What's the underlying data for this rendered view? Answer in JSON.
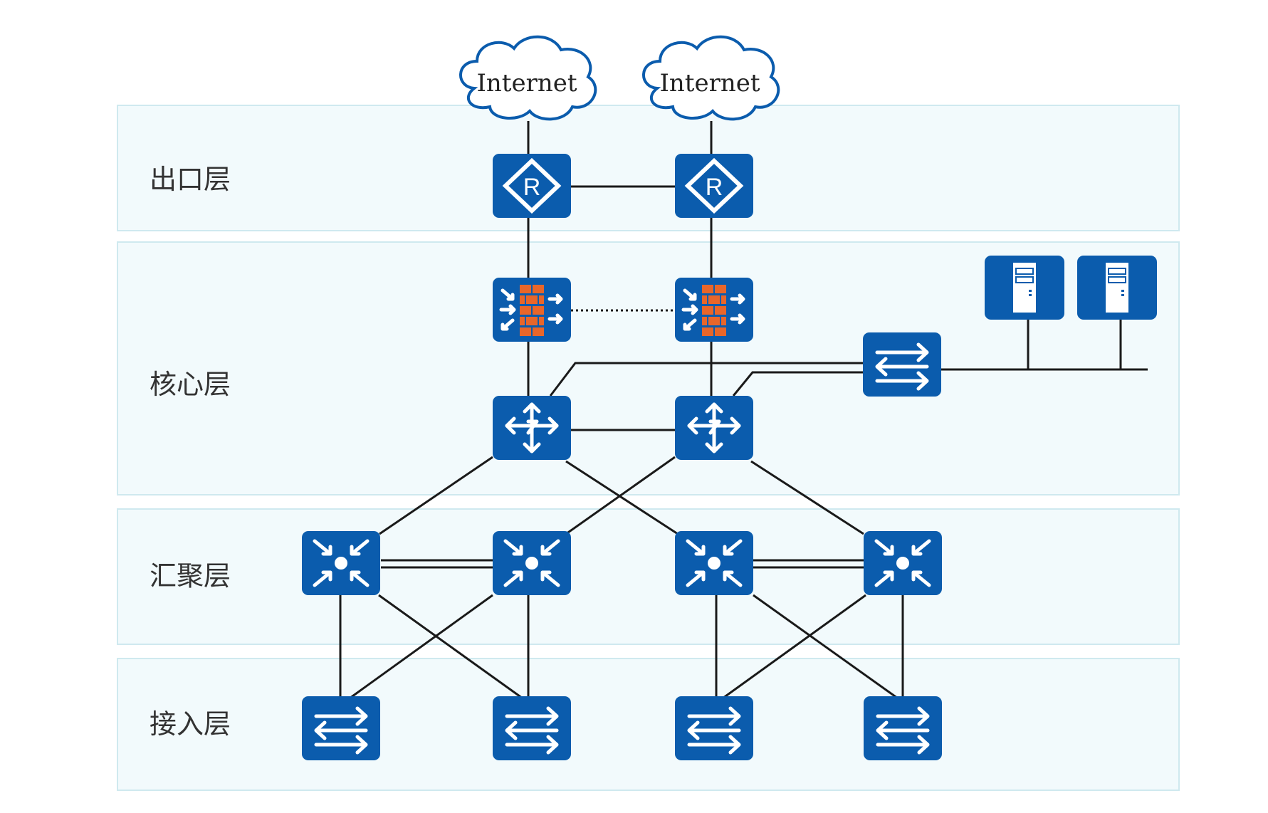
{
  "layers": {
    "egress": "出口层",
    "core": "核心层",
    "aggregation": "汇聚层",
    "access": "接入层"
  },
  "clouds": {
    "left": "Internet",
    "right": "Internet"
  },
  "router_letter": "R",
  "colors": {
    "device_blue": "#0b5cad",
    "firewall_orange": "#e8662a",
    "band_fill": "#f2fafc",
    "band_stroke": "#cfe9ef",
    "cloud_stroke": "#0b5cad"
  },
  "icons": {
    "router": "router-icon",
    "firewall": "firewall-icon",
    "core_switch": "core-switch-icon",
    "aggregation_switch": "aggregation-switch-icon",
    "access_switch": "access-switch-icon",
    "server": "server-icon",
    "cloud": "cloud-icon"
  }
}
